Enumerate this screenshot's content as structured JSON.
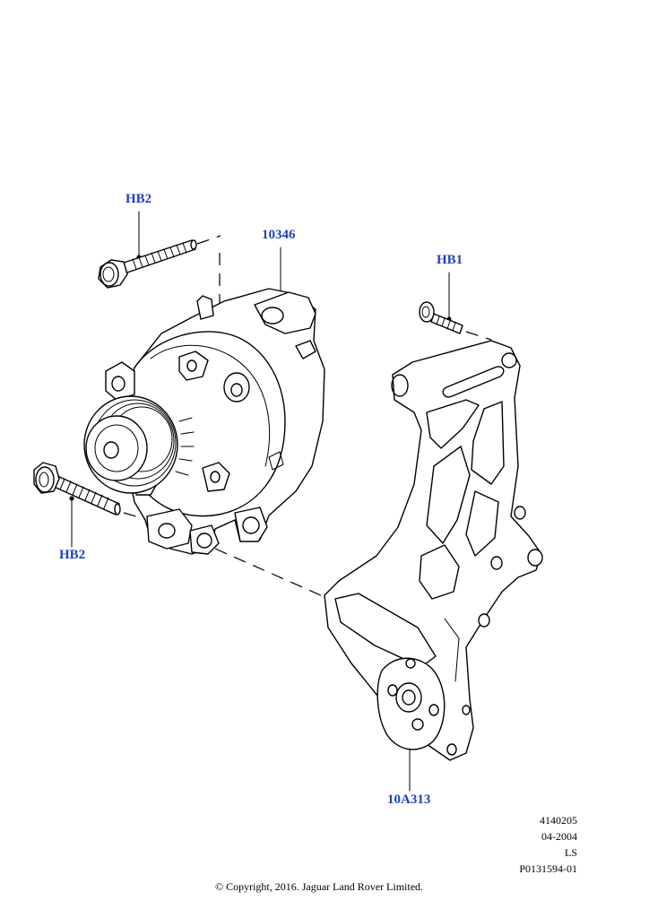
{
  "callouts": {
    "bolt_top": "HB2",
    "alternator": "10346",
    "bolt_right": "HB1",
    "bolt_left": "HB2",
    "bracket": "10A313"
  },
  "meta": {
    "illustration_number": "4140205",
    "date": "04-2004",
    "code": "LS",
    "part_ref": "P0131594-01"
  },
  "copyright": "© Copyright, 2016. Jaguar Land Rover Limited."
}
